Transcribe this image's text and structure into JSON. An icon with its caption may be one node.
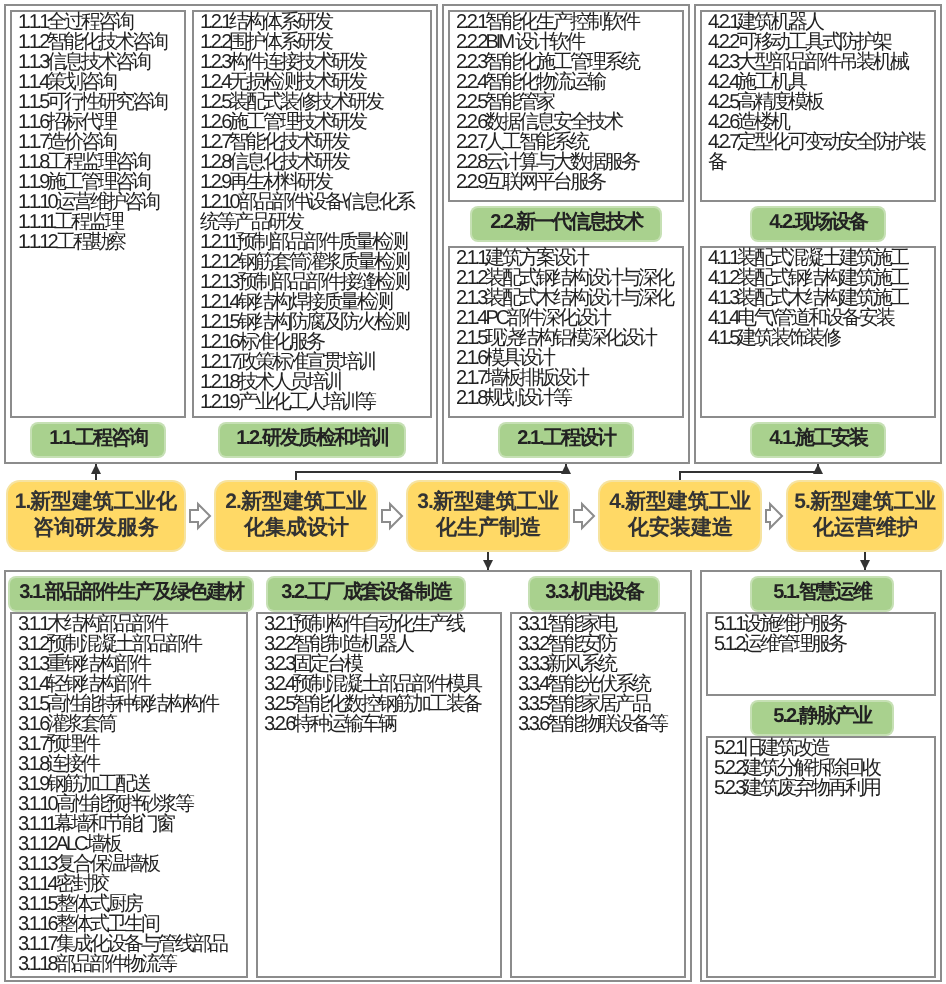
{
  "diagram": {
    "nodes": [
      {
        "text": [],
        "shape": "box"
      },
      {
        "text": [
          "1.1.1全过程咨询",
          "1.1.2智能化技术咨询",
          "1.1.3信息技术咨询",
          "1.1.4策划咨询",
          "1.1.5可行性研究咨询",
          "1.1.6招标代理",
          "1.1.7造价咨询",
          "1.1.8工程监理咨询",
          "1.1.9施工管理咨询",
          "1.1.10运营维护咨询",
          "1.1.11工程监理",
          "1.1.12工程勘察"
        ],
        "in": 0
      },
      {
        "text": [
          "1.1.工程咨询"
        ],
        "in": 0
      },
      {
        "text": [
          "1.2.1结构体系研发",
          "1.2.2围护体系研发",
          "1.2.3构件连接技术研发",
          "1.2.4无损检测技术研发",
          "1.2.5装配式装修技术研发",
          "1.2.6施工管理技术研发",
          "1.2.7智能化技术研发",
          "1.2.8信息化技术研发",
          "1.2.9再生材料研发",
          "1.2.10部品部件\\设备\\信息化系统等产品研发",
          "1.2.11预制部品部件质量检测",
          "1.2.12钢筋套筒灌浆质量检测",
          "1.2.13预制部品部件接缝检测",
          "1.2.14钢结构焊接质量检测",
          "1.2.15钢结构防腐及防火检测",
          "1.2.16标准化服务",
          "1.2.17政策标准宣贯培训",
          "1.2.18技术人员培训",
          "1.2.19产业化工人培训等"
        ],
        "in": 0
      },
      {
        "text": [
          "1.2.研发质检和培训"
        ],
        "in": 0
      },
      {
        "text": [],
        "shape": "box"
      },
      {
        "text": [
          "2.2.1智能化生产控制软件",
          "2.2.2BIM 设计软件",
          "2.2.3智能化施工管理系统",
          "2.2.4智能化物流运输",
          "2.2.5智能管家",
          "2.2.6数据信息安全技术",
          "2.2.7人工智能系统",
          "2.2.8云计算与大数据服务",
          "2.2.9互联网平台服务"
        ],
        "in": 5
      },
      {
        "text": [
          "2.2.新一代信息技术"
        ],
        "in": 5
      },
      {
        "text": [
          "2.1.1建筑方案设计",
          "2.1.2装配式钢结构设计与深化",
          "2.1.3装配式木结构设计与深化",
          "2.1.4PC部件深化设计",
          "2.1.5现浇结构铝模深化设计",
          "2.1.6模具设计",
          "2.1.7墙板排版设计",
          "2.1.8规划设计等"
        ],
        "in": 5
      },
      {
        "text": [
          "2.1.工程设计"
        ],
        "in": 5
      },
      {
        "text": [],
        "shape": "box"
      },
      {
        "text": [
          "4.2.1建筑机器人",
          "4.2.2可移动工具式防护架",
          "4.2.3大型部品部件吊装机械",
          "4.2.4施工机具",
          "4.2.5高精度模板",
          "4.2.6造楼机",
          "4.2.7定型化可变动安全防护装备"
        ],
        "in": 10
      },
      {
        "text": [
          "4.2.现场设备"
        ],
        "in": 10
      },
      {
        "text": [
          "4.1.1装配式混凝土建筑施工",
          "4.1.2装配式钢结构建筑施工",
          "4.1.3装配式木结构建筑施工",
          "4.1.4电气\\管道和设备安装",
          "4.1.5建筑装饰装修"
        ],
        "in": 10
      },
      {
        "text": [
          "4.1.施工安装"
        ],
        "in": 10
      },
      {
        "text": [
          "1.新型建筑工业化咨询研发服务"
        ]
      },
      {
        "text": [
          "2.新型建筑工业化集成设计"
        ]
      },
      {
        "text": [
          "3.新型建筑工业化生产制造"
        ]
      },
      {
        "text": [
          "4.新型建筑工业化安装建造"
        ]
      },
      {
        "text": [
          "5.新型建筑工业化运营维护"
        ]
      },
      {
        "text": [],
        "shape": "box"
      },
      {
        "text": [
          "3.1.部品部件生产及绿色建材"
        ],
        "in": 20
      },
      {
        "text": [
          "3.1.1木结构部品部件",
          "3.1.2预制混凝土部品部件",
          "3.1.3重钢结构部件",
          "3.1.4轻钢结构部件",
          "3.1.5高性能特种钢结构构件",
          "3.1.6灌浆套筒",
          "3.1.7预埋件",
          "3.1.8连接件",
          "3.1.9钢筋加工配送",
          "3.1.10高性能预拌砂浆等",
          "3.1.11幕墙和节能门窗",
          "3.1.12ALC墙板",
          "3.1.13复合保温墙板",
          "3.1.14密封胶",
          "3.1.15整体式厨房",
          "3.1.16整体式卫生间",
          "3.1.17集成化设备与管线部品",
          "3.1.18部品部件物流等"
        ],
        "in": 20
      },
      {
        "text": [
          "3.2.工厂成套设备制造"
        ],
        "in": 20
      },
      {
        "text": [
          "3.2.1预制构件自动化生产线",
          "3.2.2智能制造机器人",
          "3.2.3固定台模",
          "3.2.4预制混凝土部品部件模具",
          "3.2.5智能化数控钢筋加工装备",
          "3.2.6特种运输车辆"
        ],
        "in": 20
      },
      {
        "text": [
          "3.3.机电设备"
        ],
        "in": 20
      },
      {
        "text": [
          "3.3.1智能家电",
          "3.3.2智能安防",
          "3.3.3新风系统",
          "3.3.4智能光伏系统",
          "3.3.5智能家居产品",
          "3.3.6智能物联设备等"
        ],
        "in": 20
      },
      {
        "text": [],
        "shape": "box"
      },
      {
        "text": [
          "5.1.智慧运维"
        ],
        "in": 27
      },
      {
        "text": [
          "5.1.1设施维护服务",
          "5.1.2运维管理服务"
        ],
        "in": 27
      },
      {
        "text": [
          "5.2.静脉产业"
        ],
        "in": 27
      },
      {
        "text": [
          "5.2.1旧建筑改造",
          "5.2.2建筑分解拆除回收",
          "5.2.3建筑废弃物再利用"
        ],
        "in": 27
      }
    ],
    "edges": [
      {
        "from": 15,
        "to": 16,
        "arrow": "to"
      },
      {
        "from": 16,
        "to": 17,
        "arrow": "to"
      },
      {
        "from": 17,
        "to": 18,
        "arrow": "to"
      },
      {
        "from": 18,
        "to": 19,
        "arrow": "to"
      },
      {
        "from": 15,
        "to": 0,
        "arrow": "to"
      },
      {
        "from": 16,
        "to": 5,
        "arrow": "to"
      },
      {
        "from": 17,
        "to": 20,
        "arrow": "to"
      },
      {
        "from": 18,
        "to": 10,
        "arrow": "to"
      },
      {
        "from": 19,
        "to": 27,
        "arrow": "to"
      }
    ]
  }
}
